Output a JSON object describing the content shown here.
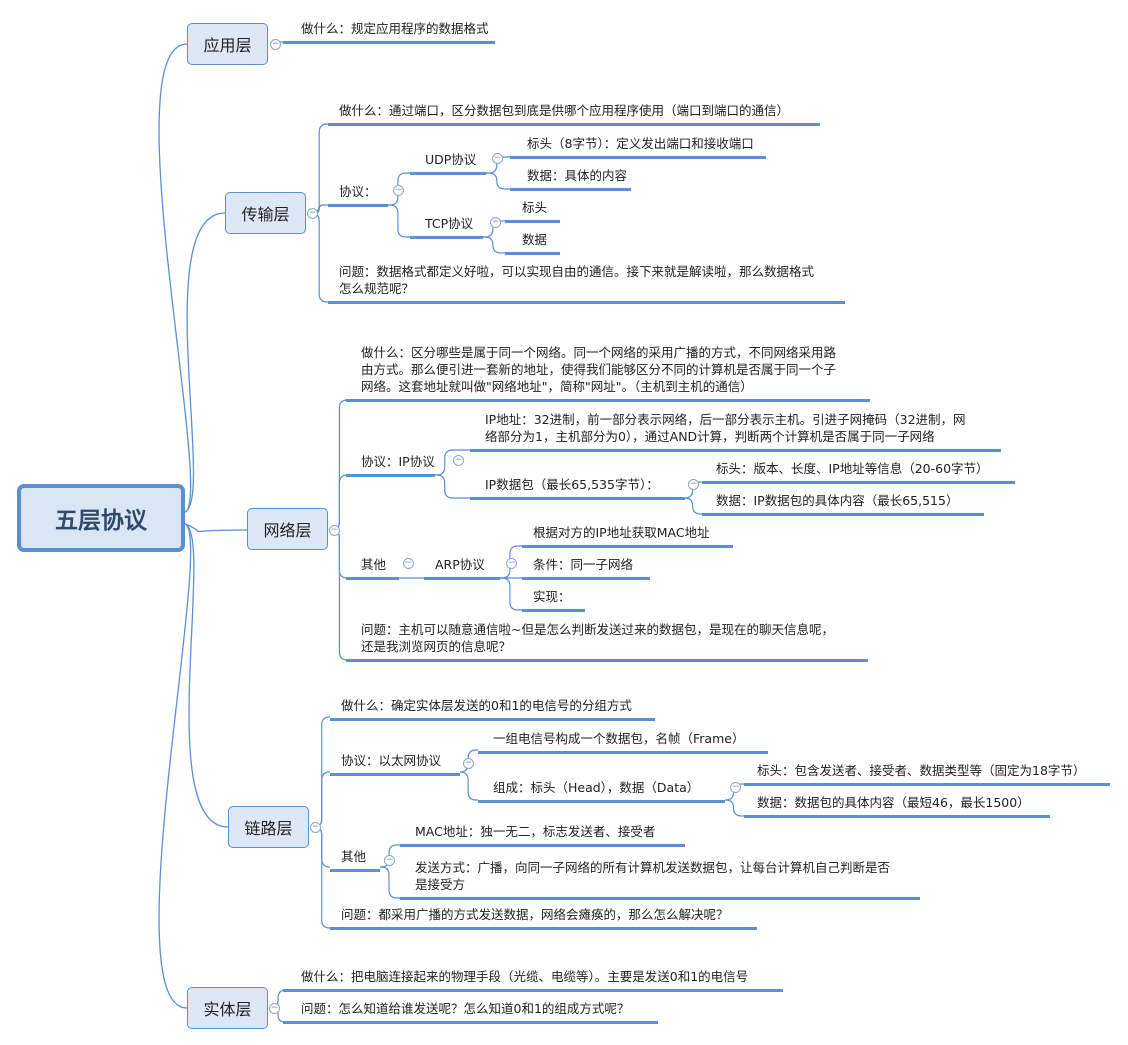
{
  "root": {
    "title": "五层协议"
  },
  "collapse_symbol": "−",
  "app": {
    "label": "应用层",
    "what": "做什么：规定应用程序的数据格式"
  },
  "transport": {
    "label": "传输层",
    "what": "做什么：通过端口，区分数据包到底是供哪个应用程序使用（端口到端口的通信）",
    "protocol": "协议：",
    "udp": {
      "label": "UDP协议",
      "header": "标头（8字节）：定义发出端口和接收端口",
      "data": "数据：具体的内容"
    },
    "tcp": {
      "label": "TCP协议",
      "header": "标头",
      "data": "数据"
    },
    "question": "问题：数据格式都定义好啦，可以实现自由的通信。接下来就是解读啦，那么数据格式\n怎么规范呢？"
  },
  "network": {
    "label": "网络层",
    "what": "做什么：区分哪些是属于同一个网络。同一个网络的采用广播的方式，不同网络采用路\n由方式。那么便引进一套新的地址，使得我们能够区分不同的计算机是否属于同一个子\n网络。这套地址就叫做\"网络地址\"，简称\"网址\"。（主机到主机的通信）",
    "protocol": "协议：IP协议",
    "ip_address": "IP地址：32进制，前一部分表示网络，后一部分表示主机。引进子网掩码（32进制，网\n络部分为1，主机部分为0），通过AND计算，判断两个计算机是否属于同一子网络",
    "ip_packet": {
      "label": "IP数据包（最长65,535字节）：",
      "header": "标头：版本、长度、IP地址等信息（20-60字节）",
      "data": "数据：IP数据包的具体内容（最长65,515）"
    },
    "other": "其他",
    "arp": {
      "label": "ARP协议",
      "desc": "根据对方的IP地址获取MAC地址",
      "condition": "条件：同一子网络",
      "impl": "实现："
    },
    "question": "问题：主机可以随意通信啦~但是怎么判断发送过来的数据包，是现在的聊天信息呢，\n还是我浏览网页的信息呢？"
  },
  "link": {
    "label": "链路层",
    "what": "做什么：确定实体层发送的0和1的电信号的分组方式",
    "protocol": "协议：以太网协议",
    "frame": "一组电信号构成一个数据包，名帧（Frame）",
    "composition": {
      "label": "组成：标头（Head），数据（Data）",
      "header": "标头：包含发送者、接受者、数据类型等（固定为18字节）",
      "data": "数据：数据包的具体内容（最短46，最长1500）"
    },
    "other": "其他",
    "mac": "MAC地址：独一无二，标志发送者、接受者",
    "send": "发送方式：广播，向同一子网络的所有计算机发送数据包，让每台计算机自己判断是否\n是接受方",
    "question": "问题：都采用广播的方式发送数据，网络会瘫痪的，那么怎么解决呢？"
  },
  "physical": {
    "label": "实体层",
    "what": "做什么：把电脑连接起来的物理手段（光缆、电缆等）。主要是发送0和1的电信号",
    "question": "问题：怎么知道给谁发送呢？怎么知道0和1的组成方式呢？"
  },
  "colors": {
    "line": "#5b8fd6",
    "node_fill": "#dde7f5",
    "node_border": "#5b8fd0"
  }
}
